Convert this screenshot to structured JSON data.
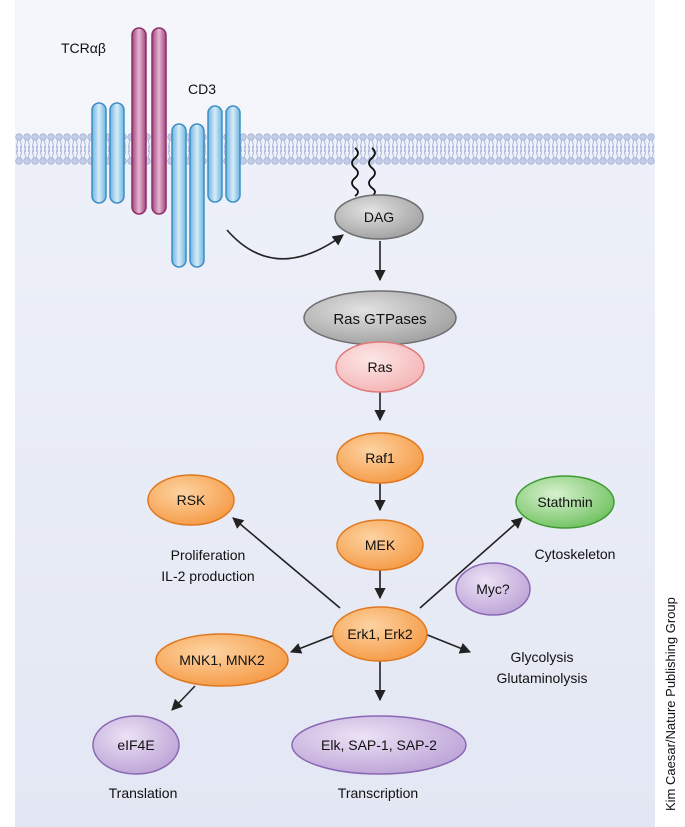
{
  "receptors": {
    "tcr": "TCRαβ",
    "cd3": "CD3"
  },
  "nodes": {
    "dag": "DAG",
    "ras_gtpases": "Ras GTPases",
    "ras": "Ras",
    "raf1": "Raf1",
    "mek": "MEK",
    "erk": "Erk1, Erk2",
    "rsk": "RSK",
    "stathmin": "Stathmin",
    "myc": "Myc?",
    "mnk": "MNK1, MNK2",
    "eif4e": "eIF4E",
    "elk": "Elk, SAP-1, SAP-2"
  },
  "labels": {
    "proliferation_1": "Proliferation",
    "proliferation_2": "IL-2 production",
    "cytoskeleton": "Cytoskeleton",
    "glycolysis_1": "Glycolysis",
    "glycolysis_2": "Glutaminolysis",
    "translation": "Translation",
    "transcription": "Transcription"
  },
  "credit": "Kim Caesar/Nature Publishing Group",
  "colors": {
    "orange": "#f9a85a",
    "green": "#7cc96e",
    "purple": "#c9b3de",
    "pink": "#f8c7c8",
    "gray": "#a9a9a9",
    "tcr_magenta": "#b0568e",
    "cd3_blue": "#8cc6e8",
    "membrane": "#c3cde6"
  }
}
